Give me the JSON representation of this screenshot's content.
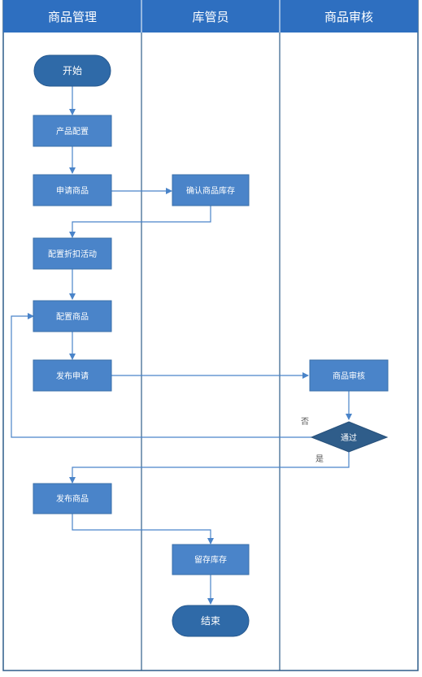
{
  "lanes": [
    {
      "title": "商品管理"
    },
    {
      "title": "库管员"
    },
    {
      "title": "商品审核"
    }
  ],
  "nodes": {
    "start": {
      "label": "开始",
      "shape": "terminal"
    },
    "product_config": {
      "label": "产品配置",
      "shape": "process"
    },
    "apply_product": {
      "label": "申请商品",
      "shape": "process"
    },
    "confirm_stock": {
      "label": "确认商品库存",
      "shape": "process"
    },
    "config_discount": {
      "label": "配置折扣活动",
      "shape": "process"
    },
    "config_product": {
      "label": "配置商品",
      "shape": "process"
    },
    "publish_request": {
      "label": "发布申请",
      "shape": "process"
    },
    "product_review": {
      "label": "商品审核",
      "shape": "process"
    },
    "pass": {
      "label": "通过",
      "shape": "decision"
    },
    "publish_product": {
      "label": "发布商品",
      "shape": "process"
    },
    "reserve_stock": {
      "label": "留存库存",
      "shape": "process"
    },
    "end": {
      "label": "结束",
      "shape": "terminal"
    }
  },
  "edge_labels": {
    "no": "否",
    "yes": "是"
  },
  "colors": {
    "header": "#2e6fc0",
    "node_fill": "#4a84c9",
    "node_stroke": "#3a6fa9",
    "decision_fill": "#2f5d8a",
    "connector": "#4a84c9",
    "lane_border": "#2f5d8a"
  }
}
